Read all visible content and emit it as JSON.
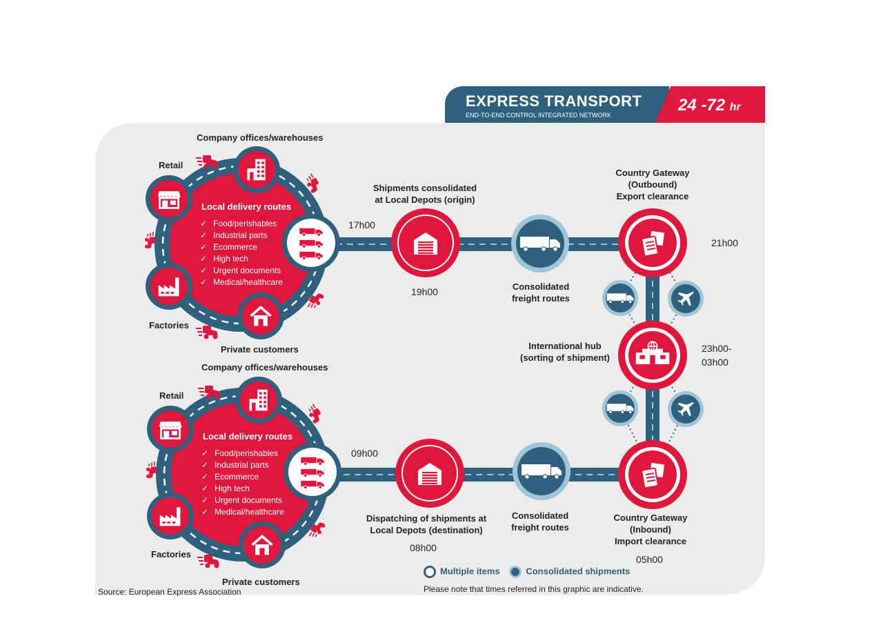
{
  "banner": {
    "title": "EXPRESS TRANSPORT",
    "subtitle": "END-TO-END CONTROL INTEGRATED NETWORK",
    "hours": "24 -72",
    "hours_unit": "hr"
  },
  "colors": {
    "red": "#e0173d",
    "navy": "#2f607e",
    "light_blue": "#9fc6d8",
    "background": "#ececec"
  },
  "top_ring": {
    "title": "Local delivery routes",
    "items": [
      "Food/perishables",
      "Industrial parts",
      "Ecommerce",
      "High tech",
      "Urgent documents",
      "Medical/healthcare"
    ],
    "labels": {
      "offices": "Company offices/warehouses",
      "retail": "Retail",
      "factories": "Factories",
      "private": "Private customers"
    }
  },
  "bottom_ring": {
    "title": "Local delivery routes",
    "items": [
      "Food/perishables",
      "Industrial parts",
      "Ecommerce",
      "High tech",
      "Urgent documents",
      "Medical/healthcare"
    ],
    "labels": {
      "offices": "Company offices/warehouses",
      "retail": "Retail",
      "factories": "Factories",
      "private": "Private customers"
    }
  },
  "nodes": {
    "depot_origin": {
      "label_1": "Shipments consolidated",
      "label_2": "at Local Depots (origin)",
      "time": "19h00"
    },
    "freight_top": {
      "label_1": "Consolidated",
      "label_2": "freight routes"
    },
    "gateway_out": {
      "label_1": "Country Gateway",
      "label_2": "(Outbound)",
      "label_3": "Export clearance",
      "time": "21h00"
    },
    "hub": {
      "label_1": "International hub",
      "label_2": "(sorting of shipment)",
      "time_1": "23h00-",
      "time_2": "03h00"
    },
    "gateway_in": {
      "label_1": "Country Gateway",
      "label_2": "(Inbound)",
      "label_3": "Import clearance",
      "time": "05h00"
    },
    "freight_bottom": {
      "label_1": "Consolidated",
      "label_2": "freight routes"
    },
    "depot_dest": {
      "label_1": "Dispatching of shipments at",
      "label_2": "Local Depots (destination)",
      "time": "08h00"
    }
  },
  "times": {
    "top_departure": "17h00",
    "bottom_arrival": "09h00"
  },
  "legend": {
    "multiple": "Multiple items",
    "consolidated": "Consolidated shipments",
    "note": "Please note that times referred in this graphic are indicative."
  },
  "source": "Source: European Express Association",
  "icons": {
    "retail": "shop-icon",
    "offices": "office-building-icon",
    "van": "delivery-van-icon",
    "factory": "factory-icon",
    "home": "house-icon",
    "depot": "warehouse-icon",
    "truck": "truck-icon",
    "customs": "customs-package-icon",
    "plane": "airplane-icon",
    "hub": "hub-building-icon",
    "scooter": "courier-scooter-icon"
  }
}
